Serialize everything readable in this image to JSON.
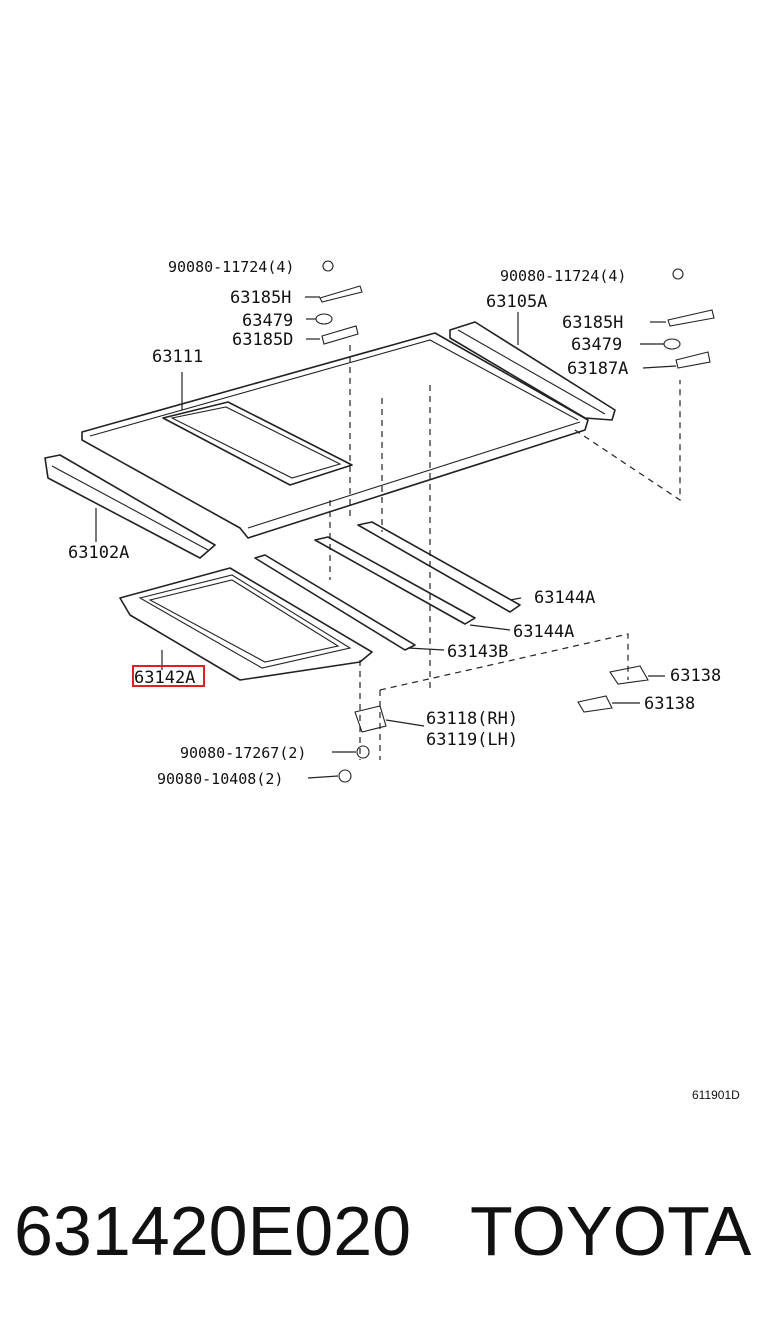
{
  "labels": {
    "bolt_top_left": "90080-11724(4)",
    "bolt_top_right": "90080-11724(4)",
    "clip_63185h_left": "63185H",
    "clip_63185h_right": "63185H",
    "cushion_left": "63479",
    "cushion_right": "63479",
    "clip_63185d": "63185D",
    "clip_63187a": "63187A",
    "roof_panel": "63111",
    "rail_63105a": "63105A",
    "rail_63102a": "63102A",
    "reinforce_a1": "63144A",
    "reinforce_a2": "63144A",
    "reinforce_b": "63143B",
    "sunroof_frame": "63142A",
    "bracket_63138_1": "63138",
    "bracket_63138_2": "63138",
    "bracket_rh": "63118(RH)",
    "bracket_lh": "63119(LH)",
    "bolt_17267": "90080-17267(2)",
    "bolt_10408": "90080-10408(2)",
    "diagram_ref": "611901D"
  },
  "footer": {
    "part_number": "631420E020",
    "brand": "TOYOTA"
  },
  "highlight_color": "#e02020"
}
